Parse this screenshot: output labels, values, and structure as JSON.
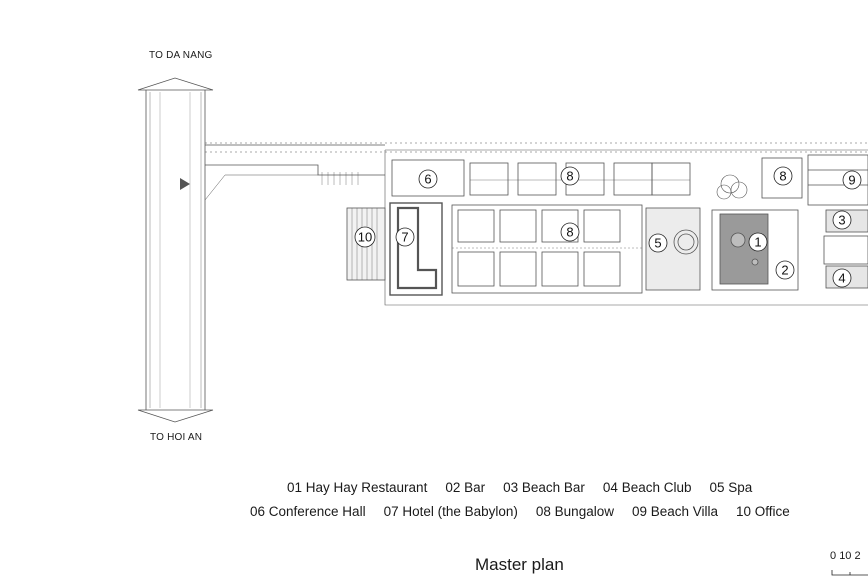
{
  "road": {
    "north_label": "TO DA NANG",
    "south_label": "TO HOI AN"
  },
  "zone_numbers": [
    "1",
    "2",
    "3",
    "4",
    "5",
    "6",
    "7",
    "8",
    "9",
    "10"
  ],
  "legend": {
    "row1": [
      "01 Hay Hay Restaurant",
      "02 Bar",
      "03 Beach Bar",
      "04 Beach Club",
      "05 Spa"
    ],
    "row2": [
      "06 Conference Hall",
      "07 Hotel (the Babylon)",
      "08 Bungalow",
      "09 Beach Villa",
      "10 Office"
    ]
  },
  "title": "Master plan",
  "scale_bar": {
    "ticks": [
      "0",
      "10",
      "2"
    ]
  }
}
